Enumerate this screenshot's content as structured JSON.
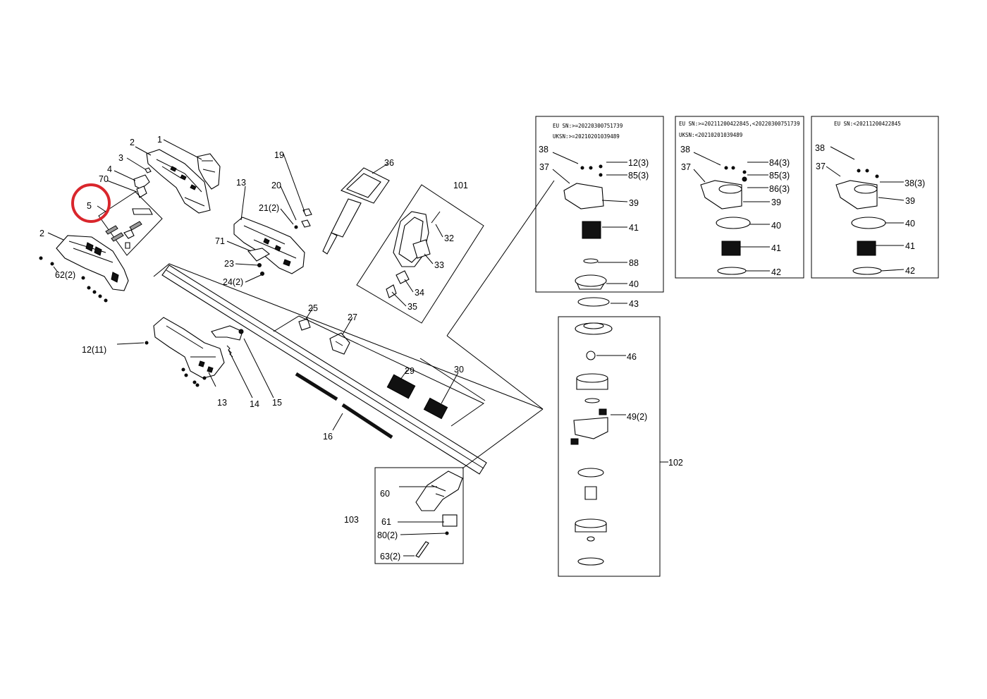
{
  "diagram": {
    "highlight_color": "#d9262c",
    "callouts": {
      "c1": "1",
      "c2a": "2",
      "c2b": "2",
      "c3": "3",
      "c4": "4",
      "c5": "5",
      "c70": "70",
      "c62": "62(2)",
      "c1211": "12(11)",
      "c13a": "13",
      "c13b": "13",
      "c14": "14",
      "c15": "15",
      "c16": "16",
      "c19": "19",
      "c20": "20",
      "c21": "21(2)",
      "c71": "71",
      "c23": "23",
      "c24": "24(2)",
      "c25": "25",
      "c27": "27",
      "c29": "29",
      "c30": "30",
      "c36": "36",
      "c101": "101",
      "c32": "32",
      "c33": "33",
      "c34": "34",
      "c35": "35",
      "c103": "103",
      "c60": "60",
      "c61": "61",
      "c80": "80(2)",
      "c63": "63(2)",
      "c102": "102",
      "c43": "43",
      "c46": "46",
      "c49": "49(2)",
      "b1_38": "38",
      "b1_37": "37",
      "b1_123": "12(3)",
      "b1_853": "85(3)",
      "b1_39": "39",
      "b1_41": "41",
      "b1_88": "88",
      "b1_40": "40",
      "b2_38": "38",
      "b2_37": "37",
      "b2_843": "84(3)",
      "b2_853": "85(3)",
      "b2_863": "86(3)",
      "b2_39": "39",
      "b2_40": "40",
      "b2_41": "41",
      "b2_42": "42",
      "b3_38": "38",
      "b3_37": "37",
      "b3_383": "38(3)",
      "b3_39": "39",
      "b3_40": "40",
      "b3_41": "41",
      "b3_42": "42"
    },
    "serial_notes": {
      "b1_l1": "EU SN:>=20220300751739",
      "b1_l2": "UKSN:>=20210201039489",
      "b2_l1": "EU SN:>=20211200422845,<20220300751739",
      "b2_l2": "UKSN:<20210201039489",
      "b3_l1": "EU SN:<20211200422845"
    }
  }
}
